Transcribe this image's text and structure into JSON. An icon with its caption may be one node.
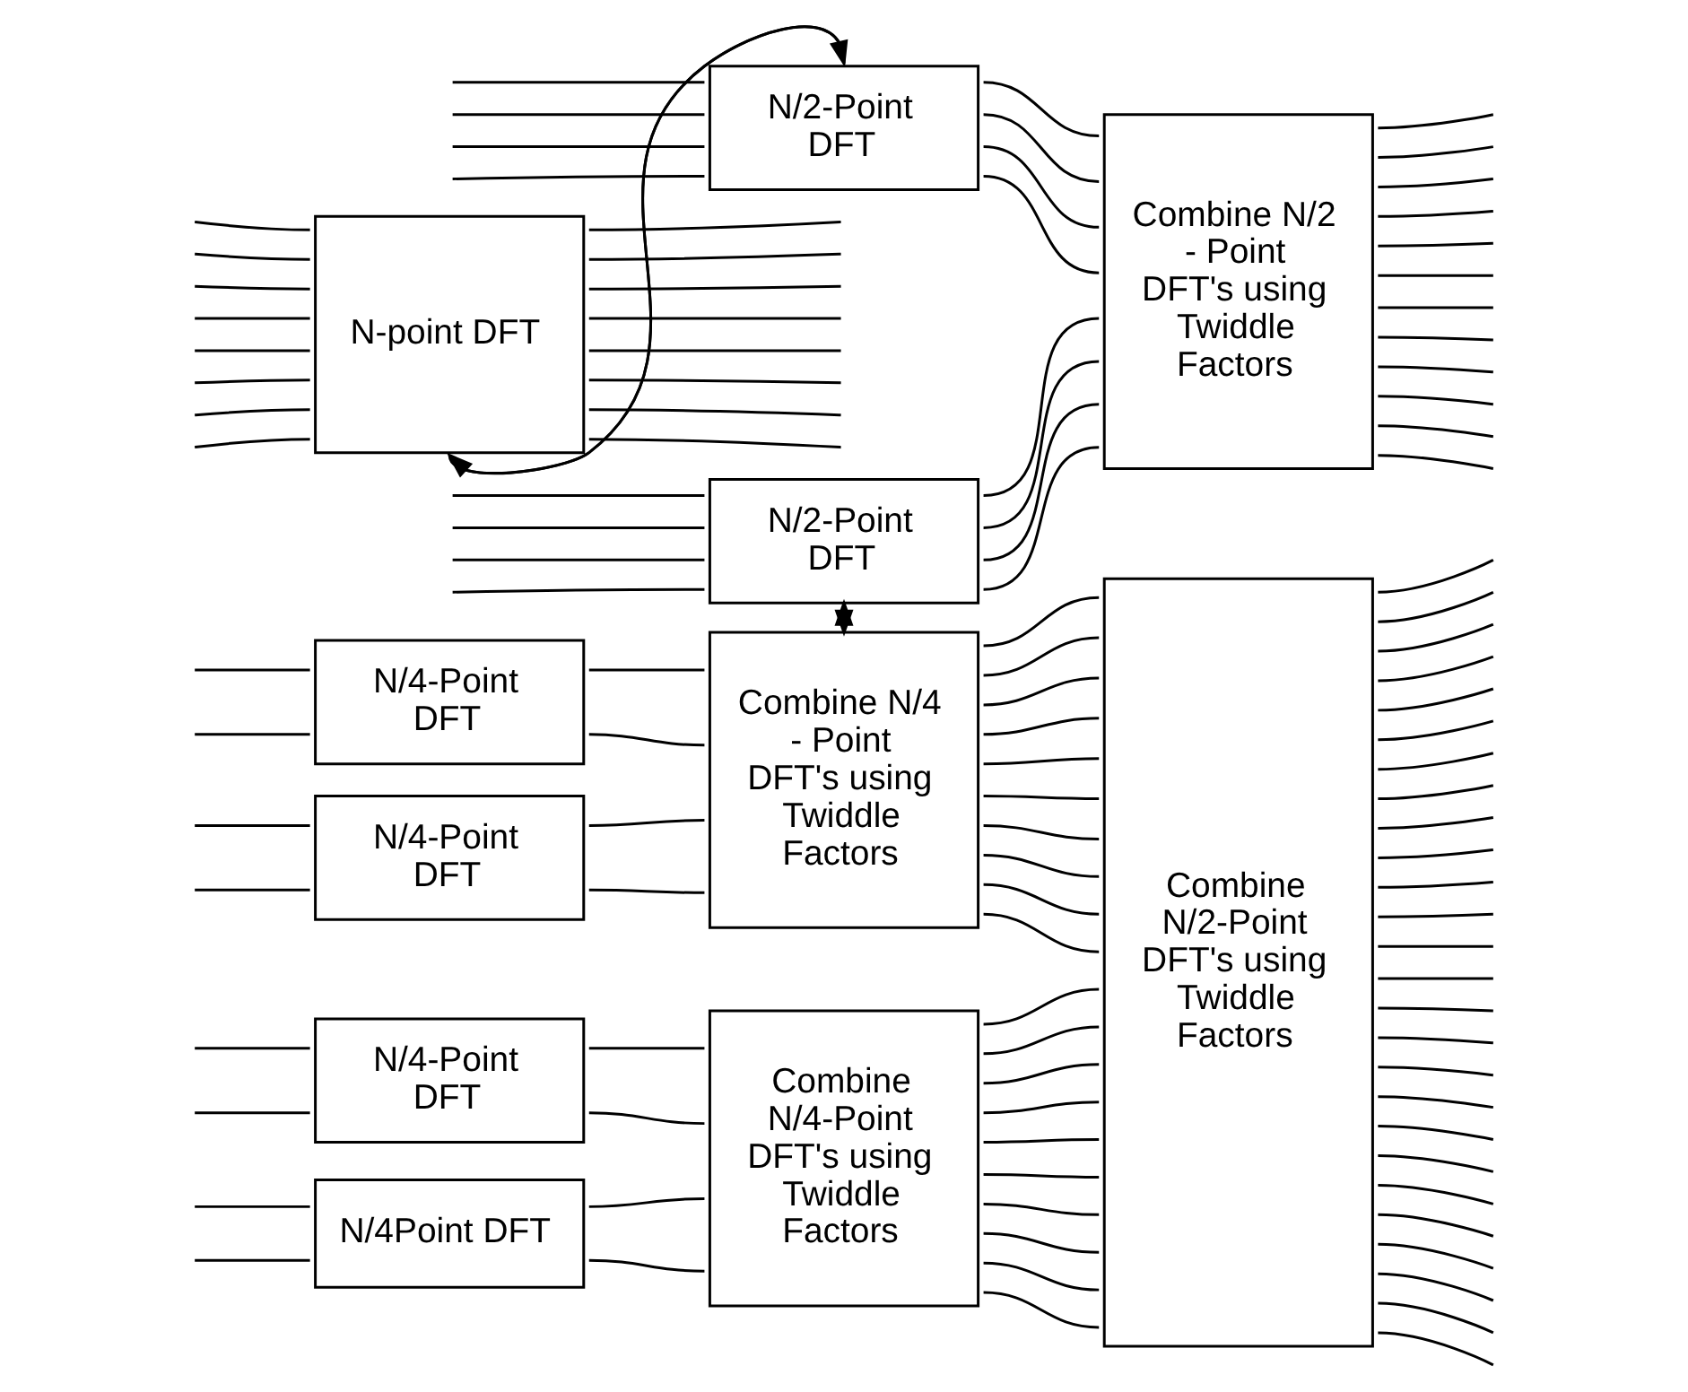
{
  "diagram": {
    "nodes": [
      {
        "text": [
          "N-point DFT"
        ]
      },
      {
        "text": [
          "N/2-Point DFT"
        ]
      },
      {
        "text": [
          "N/2-Point DFT"
        ]
      },
      {
        "text": [
          "Combine N/2 - Point DFT's using Twiddle Factors"
        ]
      },
      {
        "text": [
          "N/4-Point DFT"
        ]
      },
      {
        "text": [
          "N/4-Point DFT"
        ]
      },
      {
        "text": [
          "Combine N/4 - Point DFT's using Twiddle Factors"
        ]
      },
      {
        "text": [
          "N/4-Point DFT"
        ]
      },
      {
        "text": [
          "N/4Point DFT"
        ]
      },
      {
        "text": [
          "Combine N/4-Point DFT's using Twiddle Factors"
        ]
      },
      {
        "text": [
          "Combine N/2-Point DFT's using Twiddle Factors"
        ]
      }
    ],
    "edges": [
      {
        "from": null,
        "to": 0,
        "arrow": "none"
      },
      {
        "from": null,
        "to": 0,
        "arrow": "none"
      },
      {
        "from": null,
        "to": 0,
        "arrow": "none"
      },
      {
        "from": null,
        "to": 0,
        "arrow": "none"
      },
      {
        "from": null,
        "to": 0,
        "arrow": "none"
      },
      {
        "from": null,
        "to": 0,
        "arrow": "none"
      },
      {
        "from": null,
        "to": 0,
        "arrow": "none"
      },
      {
        "from": null,
        "to": 0,
        "arrow": "none"
      },
      {
        "from": 0,
        "to": null,
        "arrow": "none"
      },
      {
        "from": 0,
        "to": null,
        "arrow": "none"
      },
      {
        "from": 0,
        "to": null,
        "arrow": "none"
      },
      {
        "from": 0,
        "to": null,
        "arrow": "none"
      },
      {
        "from": 0,
        "to": null,
        "arrow": "none"
      },
      {
        "from": 0,
        "to": null,
        "arrow": "none"
      },
      {
        "from": 0,
        "to": null,
        "arrow": "none"
      },
      {
        "from": 0,
        "to": null,
        "arrow": "none"
      },
      {
        "from": 0,
        "to": 1,
        "arrow": "to"
      },
      {
        "from": 1,
        "to": 0,
        "arrow": "to"
      },
      {
        "from": null,
        "to": 1,
        "arrow": "none"
      },
      {
        "from": null,
        "to": 1,
        "arrow": "none"
      },
      {
        "from": null,
        "to": 1,
        "arrow": "none"
      },
      {
        "from": null,
        "to": 1,
        "arrow": "none"
      },
      {
        "from": 1,
        "to": 3,
        "arrow": "none"
      },
      {
        "from": 1,
        "to": 3,
        "arrow": "none"
      },
      {
        "from": 1,
        "to": 3,
        "arrow": "none"
      },
      {
        "from": 1,
        "to": 3,
        "arrow": "none"
      },
      {
        "from": null,
        "to": 2,
        "arrow": "none"
      },
      {
        "from": null,
        "to": 2,
        "arrow": "none"
      },
      {
        "from": null,
        "to": 2,
        "arrow": "none"
      },
      {
        "from": null,
        "to": 2,
        "arrow": "none"
      },
      {
        "from": 2,
        "to": 3,
        "arrow": "none"
      },
      {
        "from": 2,
        "to": 3,
        "arrow": "none"
      },
      {
        "from": 2,
        "to": 3,
        "arrow": "none"
      },
      {
        "from": 2,
        "to": 3,
        "arrow": "none"
      },
      {
        "from": 3,
        "to": null,
        "arrow": "none"
      },
      {
        "from": 3,
        "to": null,
        "arrow": "none"
      },
      {
        "from": 3,
        "to": null,
        "arrow": "none"
      },
      {
        "from": 3,
        "to": null,
        "arrow": "none"
      },
      {
        "from": 3,
        "to": null,
        "arrow": "none"
      },
      {
        "from": 3,
        "to": null,
        "arrow": "none"
      },
      {
        "from": 3,
        "to": null,
        "arrow": "none"
      },
      {
        "from": 3,
        "to": null,
        "arrow": "none"
      },
      {
        "from": 3,
        "to": null,
        "arrow": "none"
      },
      {
        "from": 3,
        "to": null,
        "arrow": "none"
      },
      {
        "from": 3,
        "to": null,
        "arrow": "none"
      },
      {
        "from": 3,
        "to": null,
        "arrow": "none"
      },
      {
        "from": 6,
        "to": 2,
        "arrow": "to"
      },
      {
        "from": 2,
        "to": 6,
        "arrow": "to"
      },
      {
        "from": null,
        "to": 4,
        "arrow": "none"
      },
      {
        "from": null,
        "to": 4,
        "arrow": "none"
      },
      {
        "from": 4,
        "to": 6,
        "arrow": "none"
      },
      {
        "from": 4,
        "to": 6,
        "arrow": "none"
      },
      {
        "from": null,
        "to": 5,
        "arrow": "none"
      },
      {
        "from": null,
        "to": 5,
        "arrow": "none"
      },
      {
        "from": 5,
        "to": 6,
        "arrow": "none"
      },
      {
        "from": 5,
        "to": 6,
        "arrow": "none"
      },
      {
        "from": 6,
        "to": 10,
        "arrow": "none"
      },
      {
        "from": 6,
        "to": 10,
        "arrow": "none"
      },
      {
        "from": 6,
        "to": 10,
        "arrow": "none"
      },
      {
        "from": 6,
        "to": 10,
        "arrow": "none"
      },
      {
        "from": 6,
        "to": 10,
        "arrow": "none"
      },
      {
        "from": 6,
        "to": 10,
        "arrow": "none"
      },
      {
        "from": 6,
        "to": 10,
        "arrow": "none"
      },
      {
        "from": 6,
        "to": 10,
        "arrow": "none"
      },
      {
        "from": 6,
        "to": 10,
        "arrow": "none"
      },
      {
        "from": 6,
        "to": 10,
        "arrow": "none"
      },
      {
        "from": null,
        "to": 7,
        "arrow": "none"
      },
      {
        "from": null,
        "to": 7,
        "arrow": "none"
      },
      {
        "from": 7,
        "to": 9,
        "arrow": "none"
      },
      {
        "from": 7,
        "to": 9,
        "arrow": "none"
      },
      {
        "from": null,
        "to": 8,
        "arrow": "none"
      },
      {
        "from": null,
        "to": 8,
        "arrow": "none"
      },
      {
        "from": 8,
        "to": 9,
        "arrow": "none"
      },
      {
        "from": 8,
        "to": 9,
        "arrow": "none"
      },
      {
        "from": 9,
        "to": 10,
        "arrow": "none"
      },
      {
        "from": 9,
        "to": 10,
        "arrow": "none"
      },
      {
        "from": 9,
        "to": 10,
        "arrow": "none"
      },
      {
        "from": 9,
        "to": 10,
        "arrow": "none"
      },
      {
        "from": 9,
        "to": 10,
        "arrow": "none"
      },
      {
        "from": 9,
        "to": 10,
        "arrow": "none"
      },
      {
        "from": 9,
        "to": 10,
        "arrow": "none"
      },
      {
        "from": 9,
        "to": 10,
        "arrow": "none"
      },
      {
        "from": 9,
        "to": 10,
        "arrow": "none"
      },
      {
        "from": 9,
        "to": 10,
        "arrow": "none"
      },
      {
        "from": 10,
        "to": null,
        "arrow": "none"
      },
      {
        "from": 10,
        "to": null,
        "arrow": "none"
      },
      {
        "from": 10,
        "to": null,
        "arrow": "none"
      },
      {
        "from": 10,
        "to": null,
        "arrow": "none"
      },
      {
        "from": 10,
        "to": null,
        "arrow": "none"
      },
      {
        "from": 10,
        "to": null,
        "arrow": "none"
      },
      {
        "from": 10,
        "to": null,
        "arrow": "none"
      },
      {
        "from": 10,
        "to": null,
        "arrow": "none"
      },
      {
        "from": 10,
        "to": null,
        "arrow": "none"
      },
      {
        "from": 10,
        "to": null,
        "arrow": "none"
      },
      {
        "from": 10,
        "to": null,
        "arrow": "none"
      },
      {
        "from": 10,
        "to": null,
        "arrow": "none"
      },
      {
        "from": 10,
        "to": null,
        "arrow": "none"
      },
      {
        "from": 10,
        "to": null,
        "arrow": "none"
      },
      {
        "from": 10,
        "to": null,
        "arrow": "none"
      },
      {
        "from": 10,
        "to": null,
        "arrow": "none"
      },
      {
        "from": 10,
        "to": null,
        "arrow": "none"
      },
      {
        "from": 10,
        "to": null,
        "arrow": "none"
      },
      {
        "from": 10,
        "to": null,
        "arrow": "none"
      },
      {
        "from": 10,
        "to": null,
        "arrow": "none"
      },
      {
        "from": 10,
        "to": null,
        "arrow": "none"
      },
      {
        "from": 10,
        "to": null,
        "arrow": "none"
      },
      {
        "from": 10,
        "to": null,
        "arrow": "none"
      },
      {
        "from": 10,
        "to": null,
        "arrow": "none"
      },
      {
        "from": 10,
        "to": null,
        "arrow": "none"
      },
      {
        "from": 10,
        "to": null,
        "arrow": "none"
      }
    ]
  }
}
